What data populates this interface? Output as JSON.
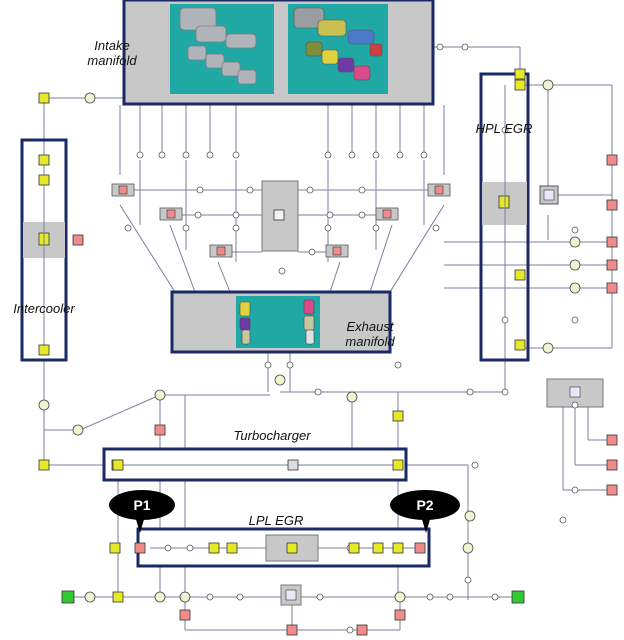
{
  "labels": {
    "intake_manifold": "Intake\nmanifold",
    "hpl_egr": "HPL EGR",
    "intercooler": "Intercooler",
    "exhaust_manifold": "Exhaust\nmanifold",
    "turbocharger": "Turbocharger",
    "lpl_egr": "LPL EGR"
  },
  "markers": {
    "p1": "P1",
    "p2": "P2"
  },
  "colors": {
    "frame": "#1a2a66",
    "wire": "#7a7f9a",
    "block": "#c8c8c8",
    "render_bg": "#1fa8a4",
    "junction": "#e6e82a",
    "valve": "#ee8c8c",
    "boundary": "#32c832"
  }
}
